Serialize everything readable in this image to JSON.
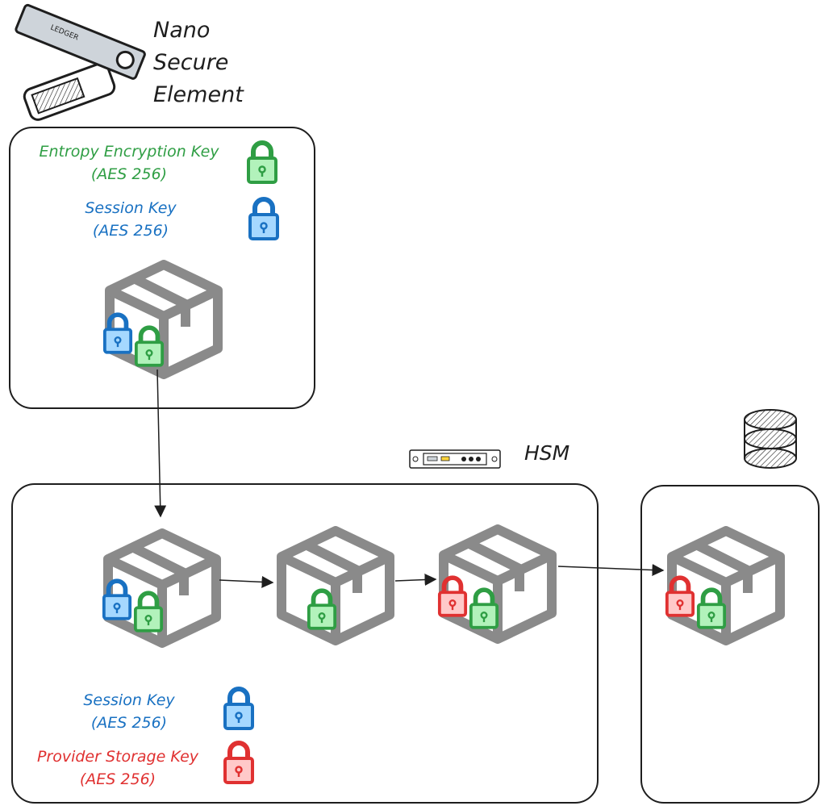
{
  "device": {
    "title_lines": [
      "Nano",
      "Secure",
      "Element"
    ],
    "brand": "LEDGER"
  },
  "se_panel": {
    "entropy_key": {
      "name": "Entropy Encryption Key",
      "spec": "(AES 256)"
    },
    "session_key": {
      "name": "Session Key",
      "spec": "(AES 256)"
    }
  },
  "hsm": {
    "label": "HSM",
    "legend": {
      "session_key": {
        "name": "Session Key",
        "spec": "(AES 256)"
      },
      "provider_key": {
        "name": "Provider Storage Key",
        "spec": "(AES 256)"
      }
    }
  },
  "colors": {
    "entropy": "#2f9e44",
    "session": "#1971c2",
    "provider": "#e03131",
    "box": "#8a8a8a",
    "ink": "#1e1e1e"
  },
  "icons": {
    "box": "package-icon",
    "lock": "padlock-icon",
    "database": "database-icon",
    "hsm": "hsm-rack-icon",
    "nano": "ledger-nano-icon"
  }
}
